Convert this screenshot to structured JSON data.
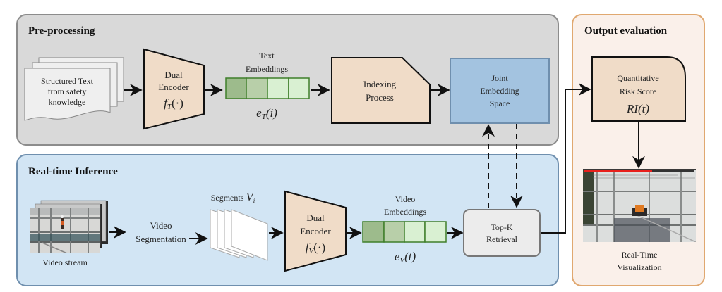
{
  "panels": {
    "preprocessing": {
      "title": "Pre-processing",
      "fill": "#d9d9d9",
      "stroke": "#8c8c8c"
    },
    "realtime": {
      "title": "Real-time Inference",
      "fill": "#d2e5f4",
      "stroke": "#6f8fae"
    },
    "output": {
      "title": "Output evaluation",
      "fill": "#faf0ea",
      "stroke": "#e0a870"
    }
  },
  "nodes": {
    "structured_text": {
      "lines": [
        "Structured Text",
        "from safety",
        "knowledge"
      ]
    },
    "text_encoder": {
      "lines": [
        "Dual",
        "Encoder"
      ],
      "math": "fT(·)",
      "math_main": "f",
      "math_sub": "T",
      "math_rest": "(·)"
    },
    "text_embeddings": {
      "lines": [
        "Text",
        "Embeddings"
      ],
      "math_main": "e",
      "math_sub": "T",
      "math_rest": "(i)"
    },
    "indexing": {
      "lines": [
        "Indexing",
        "Process"
      ]
    },
    "joint_space": {
      "lines": [
        "Joint",
        "Embedding",
        "Space"
      ]
    },
    "risk_score": {
      "lines": [
        "Quantitative",
        "Risk Score"
      ],
      "math": "RI(t)"
    },
    "visualization": {
      "lines": [
        "Real-Time",
        "Visualization"
      ]
    },
    "video_stream": {
      "label": "Video stream"
    },
    "video_segmentation": {
      "lines": [
        "Video",
        "Segmentation"
      ]
    },
    "segments": {
      "label": "Segments",
      "math_main": "V",
      "math_sub": "i"
    },
    "video_encoder": {
      "lines": [
        "Dual",
        "Encoder"
      ],
      "math_main": "f",
      "math_sub": "V",
      "math_rest": "(·)"
    },
    "video_embeddings": {
      "lines": [
        "Video",
        "Embeddings"
      ],
      "math_main": "e",
      "math_sub": "V",
      "math_rest": "(t)"
    },
    "topk": {
      "lines": [
        "Top-K",
        "Retrieval"
      ]
    }
  },
  "colors": {
    "encoder_fill": "#f0dcc8",
    "joint_fill": "#a3c3e0",
    "joint_stroke": "#6f8fae",
    "embed_stroke": "#3f7f2a",
    "embed_cells": [
      "#9dbb8c",
      "#b8cfa9",
      "#d9f0d2",
      "#d9f0d2"
    ],
    "topk_fill": "#ececec",
    "doc_fill": "#efefef",
    "risk_bar": "#e8201c"
  }
}
